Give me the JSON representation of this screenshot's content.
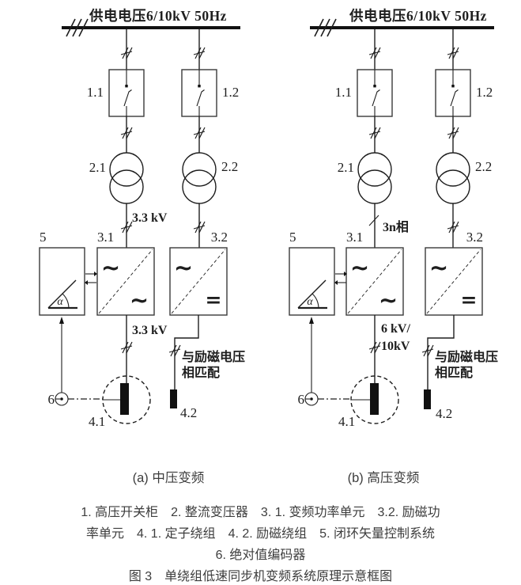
{
  "diagram_a": {
    "supply_label": "供电电压6/10kV 50Hz",
    "breaker_left_label": "1.1",
    "breaker_right_label": "1.2",
    "transformer_left_label": "2.1",
    "transformer_right_label": "2.2",
    "link_voltage_label": "3.3 kV",
    "control_label": "5",
    "converter_main_label": "3.1",
    "converter_exc_label": "3.2",
    "output_voltage_label": "3.3 kV",
    "encoder_label": "6",
    "stator_label": "4.1",
    "excitation_label": "4.2",
    "excitation_note_line1": "与励磁电压",
    "excitation_note_line2": "相匹配",
    "caption": "(a) 中压变频"
  },
  "diagram_b": {
    "supply_label": "供电电压6/10kV 50Hz",
    "breaker_left_label": "1.1",
    "breaker_right_label": "1.2",
    "transformer_left_label": "2.1",
    "transformer_right_label": "2.2",
    "phase_label": "3n相",
    "control_label": "5",
    "converter_main_label": "3.1",
    "converter_exc_label": "3.2",
    "output_voltage_line1": "6 kV/",
    "output_voltage_line2": "10kV",
    "encoder_label": "6",
    "stator_label": "4.1",
    "excitation_label": "4.2",
    "excitation_note_line1": "与励磁电压",
    "excitation_note_line2": "相匹配",
    "caption": "(b) 高压变频"
  },
  "icons": {
    "ac": "~",
    "dc": "=",
    "alpha": "α"
  },
  "legend": {
    "line1": "1. 高压开关柜　2. 整流变压器　3. 1. 变频功率单元　3.2. 励磁功",
    "line2": "率单元　4. 1. 定子绕组　4. 2. 励磁绕组　5. 闭环矢量控制系统",
    "line3": "6. 绝对值编码器"
  },
  "figure_caption": "图 3　单绕组低速同步机变频系统原理示意框图"
}
